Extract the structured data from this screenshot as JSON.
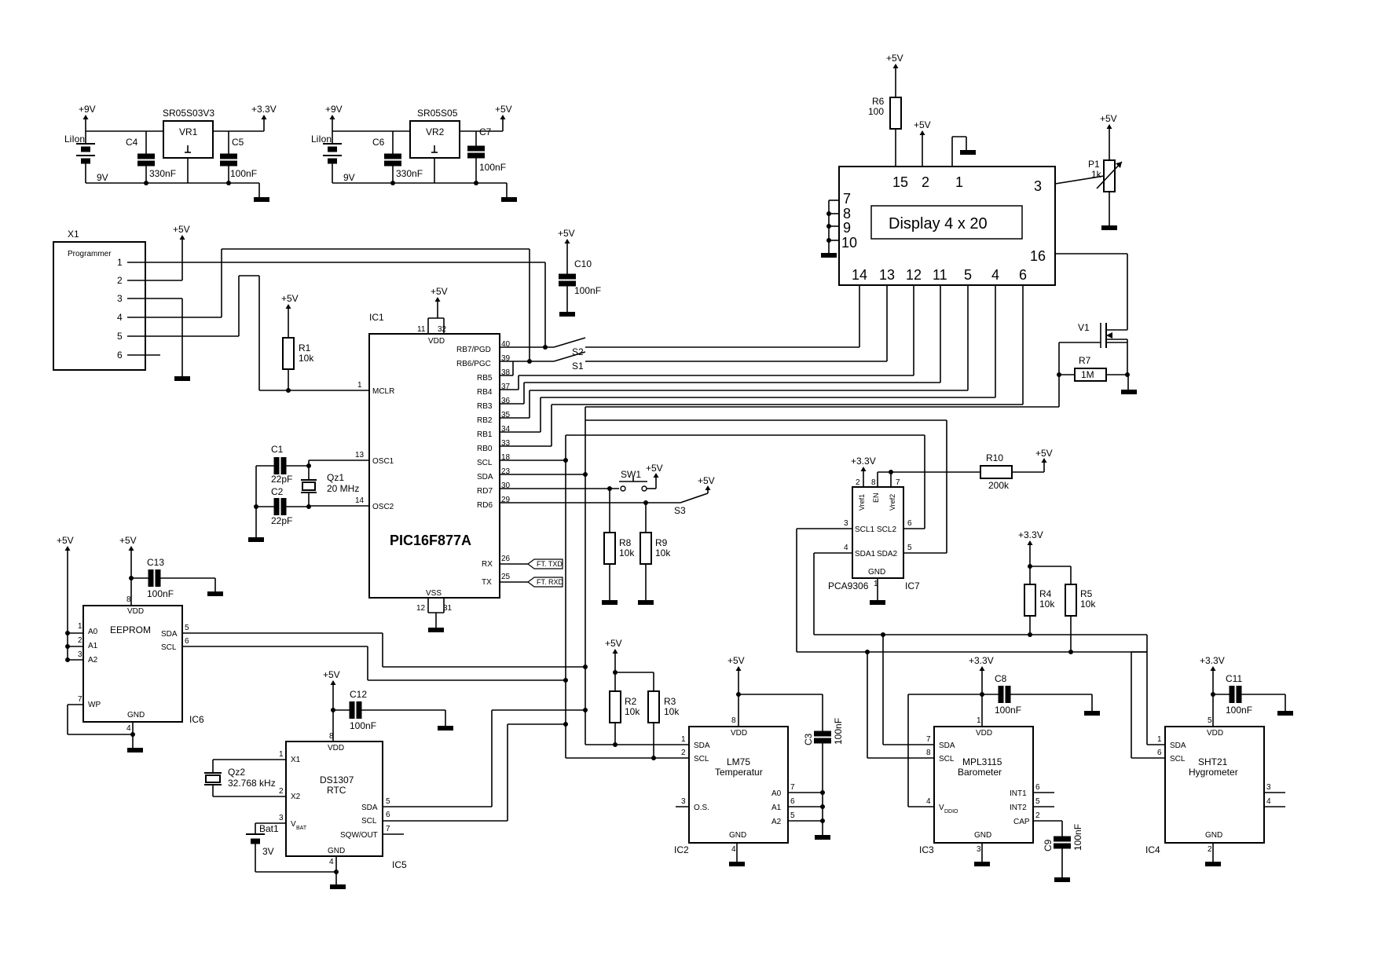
{
  "supplies": {
    "p5v": "+5V",
    "p33v": "+3.3V",
    "p9v": "+9V",
    "v9": "9V",
    "liion": "LiIon"
  },
  "regulators": {
    "vr1": {
      "name": "VR1",
      "part": "SR05S03V3"
    },
    "vr2": {
      "name": "VR2",
      "part": "SR05S05"
    }
  },
  "caps": {
    "c1": {
      "ref": "C1",
      "val": "22pF"
    },
    "c2": {
      "ref": "C2",
      "val": "22pF"
    },
    "c3": {
      "ref": "C3",
      "val": "100nF"
    },
    "c4": {
      "ref": "C4",
      "val": "330nF"
    },
    "c5": {
      "ref": "C5",
      "val": "100nF"
    },
    "c6": {
      "ref": "C6",
      "val": "330nF"
    },
    "c7": {
      "ref": "C7",
      "val": "100nF"
    },
    "c8": {
      "ref": "C8",
      "val": "100nF"
    },
    "c9": {
      "ref": "C9",
      "val": "100nF"
    },
    "c10": {
      "ref": "C10",
      "val": "100nF"
    },
    "c11": {
      "ref": "C11",
      "val": "100nF"
    },
    "c12": {
      "ref": "C12",
      "val": "100nF"
    },
    "c13": {
      "ref": "C13",
      "val": "100nF"
    }
  },
  "resistors": {
    "r1": {
      "ref": "R1",
      "val": "10k"
    },
    "r2": {
      "ref": "R2",
      "val": "10k"
    },
    "r3": {
      "ref": "R3",
      "val": "10k"
    },
    "r4": {
      "ref": "R4",
      "val": "10k"
    },
    "r5": {
      "ref": "R5",
      "val": "10k"
    },
    "r6": {
      "ref": "R6",
      "val": "100"
    },
    "r7": {
      "ref": "R7",
      "val": "1M"
    },
    "r8": {
      "ref": "R8",
      "val": "10k"
    },
    "r9": {
      "ref": "R9",
      "val": "10k"
    },
    "r10": {
      "ref": "R10",
      "val": "200k"
    },
    "p1": {
      "ref": "P1",
      "val": "1k"
    }
  },
  "crystals": {
    "qz1": {
      "ref": "Qz1",
      "val": "20 MHz"
    },
    "qz2": {
      "ref": "Qz2",
      "val": "32.768 kHz"
    }
  },
  "battery": {
    "ref": "Bat1",
    "val": "3V"
  },
  "connector": {
    "ref": "X1",
    "name": "Programmer",
    "pins": [
      "1",
      "2",
      "3",
      "4",
      "5",
      "6"
    ]
  },
  "mcu": {
    "ref": "IC1",
    "part": "PIC16F877A",
    "vdd": "VDD",
    "vss": "VSS",
    "pin_vdd_a": "11",
    "pin_vdd_b": "32",
    "pin_vss_a": "12",
    "pin_vss_b": "31",
    "left_pins": [
      {
        "num": "1",
        "name": "MCLR"
      },
      {
        "num": "13",
        "name": "OSC1"
      },
      {
        "num": "14",
        "name": "OSC2"
      }
    ],
    "right_pins": [
      {
        "num": "40",
        "name": "RB7/PGD"
      },
      {
        "num": "39",
        "name": "RB6/PGC"
      },
      {
        "num": "38",
        "name": "RB5"
      },
      {
        "num": "37",
        "name": "RB4"
      },
      {
        "num": "36",
        "name": "RB3"
      },
      {
        "num": "35",
        "name": "RB2"
      },
      {
        "num": "34",
        "name": "RB1"
      },
      {
        "num": "33",
        "name": "RB0"
      },
      {
        "num": "18",
        "name": "SCL"
      },
      {
        "num": "23",
        "name": "SDA"
      },
      {
        "num": "30",
        "name": "RD7"
      },
      {
        "num": "29",
        "name": "RD6"
      },
      {
        "num": "26",
        "name": "RX"
      },
      {
        "num": "25",
        "name": "TX"
      }
    ],
    "ft_txd": "FT. TXD",
    "ft_rxd": "FT. RXD"
  },
  "switches": {
    "s1": "S1",
    "s2": "S2",
    "s3": "S3",
    "sw1": "SW1"
  },
  "display": {
    "title": "Display 4 x 20",
    "top_pins": [
      "15",
      "2",
      "1"
    ],
    "pin3": "3",
    "pin16": "16",
    "left_pins": [
      "7",
      "8",
      "9",
      "10"
    ],
    "bottom_pins": [
      "14",
      "13",
      "12",
      "11",
      "5",
      "4",
      "6"
    ]
  },
  "mosfet": {
    "ref": "V1"
  },
  "ic7": {
    "ref": "IC7",
    "part": "PCA9306",
    "pins": {
      "vref1": "Vref1",
      "en": "EN",
      "vref2": "Vref2",
      "scl1": "SCL1",
      "scl2": "SCL2",
      "sda1": "SDA1",
      "sda2": "SDA2",
      "gnd": "GND"
    },
    "nums": {
      "p2": "2",
      "p8": "8",
      "p7": "7",
      "p3": "3",
      "p6": "6",
      "p4": "4",
      "p5": "5",
      "p1": "1"
    }
  },
  "ic6": {
    "ref": "IC6",
    "part": "EEPROM",
    "pins": {
      "a0": "A0",
      "a1": "A1",
      "a2": "A2",
      "wp": "WP",
      "vdd": "VDD",
      "gnd": "GND",
      "sda": "SDA",
      "scl": "SCL"
    },
    "nums": {
      "p1": "1",
      "p2": "2",
      "p3": "3",
      "p7": "7",
      "p8": "8",
      "p4": "4",
      "p5": "5",
      "p6": "6"
    }
  },
  "ic5": {
    "ref": "IC5",
    "part": "DS1307",
    "sub": "RTC",
    "pins": {
      "x1": "X1",
      "x2": "X2",
      "vbat": "V",
      "vbat_sub": "BAT",
      "vdd": "VDD",
      "gnd": "GND",
      "sda": "SDA",
      "scl": "SCL",
      "sqw": "SQW/OUT"
    },
    "nums": {
      "p1": "1",
      "p2": "2",
      "p3": "3",
      "p8": "8",
      "p4": "4",
      "p5": "5",
      "p6": "6",
      "p7": "7"
    }
  },
  "ic2": {
    "ref": "IC2",
    "part": "LM75",
    "sub": "Temperatur",
    "pins": {
      "sda": "SDA",
      "scl": "SCL",
      "os": "O.S.",
      "vdd": "VDD",
      "gnd": "GND",
      "a0": "A0",
      "a1": "A1",
      "a2": "A2"
    },
    "nums": {
      "p1": "1",
      "p2": "2",
      "p3": "3",
      "p8": "8",
      "p4": "4",
      "p7": "7",
      "p6": "6",
      "p5": "5"
    }
  },
  "ic3": {
    "ref": "IC3",
    "part": "MPL3115",
    "sub": "Barometer",
    "pins": {
      "sda": "SDA",
      "scl": "SCL",
      "vddio": "V",
      "vddio_sub": "DDIO",
      "vdd": "VDD",
      "gnd": "GND",
      "int1": "INT1",
      "int2": "INT2",
      "cap": "CAP"
    },
    "nums": {
      "p7": "7",
      "p8": "8",
      "p4": "4",
      "p1": "1",
      "p3": "3",
      "p6": "6",
      "p5": "5",
      "p2": "2"
    }
  },
  "ic4": {
    "ref": "IC4",
    "part": "SHT21",
    "sub": "Hygrometer",
    "pins": {
      "sda": "SDA",
      "scl": "SCL",
      "vdd": "VDD",
      "gnd": "GND"
    },
    "nums": {
      "p1": "1",
      "p6": "6",
      "p5": "5",
      "p2": "2",
      "p3": "3",
      "p4": "4"
    }
  }
}
